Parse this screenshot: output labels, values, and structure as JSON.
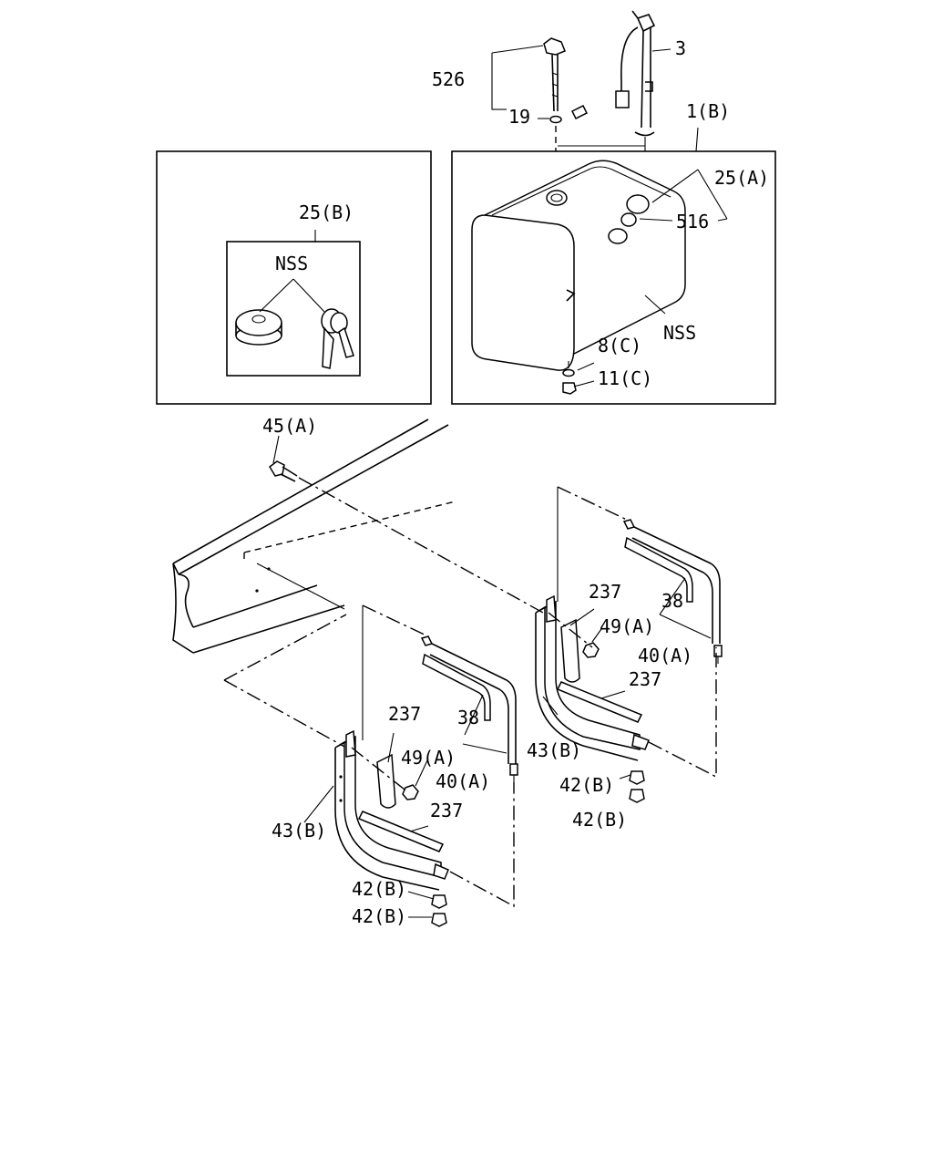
{
  "diagram": {
    "labels": {
      "l526": "526",
      "l3": "3",
      "l19": "19",
      "l1b": "1(B)",
      "l25a": "25(A)",
      "l516": "516",
      "lnss_tank": "NSS",
      "l8c": "8(C)",
      "l11c": "11(C)",
      "l25b": "25(B)",
      "lnss_cap": "NSS",
      "l45a": "45(A)",
      "r237_top": "237",
      "r38": "38",
      "r49a": "49(A)",
      "r40a": "40(A)",
      "r237_bot": "237",
      "r43b": "43(B)",
      "r42b_1": "42(B)",
      "r42b_2": "42(B)",
      "f237_top": "237",
      "f38": "38",
      "f49a": "49(A)",
      "f40a": "40(A)",
      "f237_bot": "237",
      "f43b": "43(B)",
      "f42b_1": "42(B)",
      "f42b_2": "42(B)"
    }
  }
}
